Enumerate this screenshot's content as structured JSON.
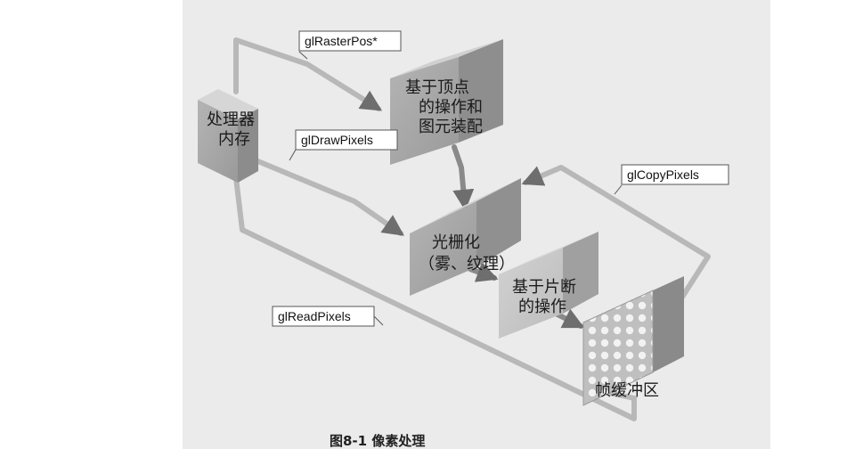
{
  "blocks": {
    "processor_memory": [
      "处理器",
      "内存"
    ],
    "vertex_ops": [
      "基于顶点",
      "的操作和",
      "图元装配"
    ],
    "rasterization": [
      "光栅化",
      "（雾、纹理）"
    ],
    "fragment_ops": [
      "基于片断",
      "的操作"
    ],
    "framebuffer": "帧缓冲区"
  },
  "functions": {
    "raster_pos": "glRasterPos*",
    "draw_pixels": "glDrawPixels",
    "copy_pixels": "glCopyPixels",
    "read_pixels": "glReadPixels"
  },
  "caption": "图8-1  像素处理"
}
